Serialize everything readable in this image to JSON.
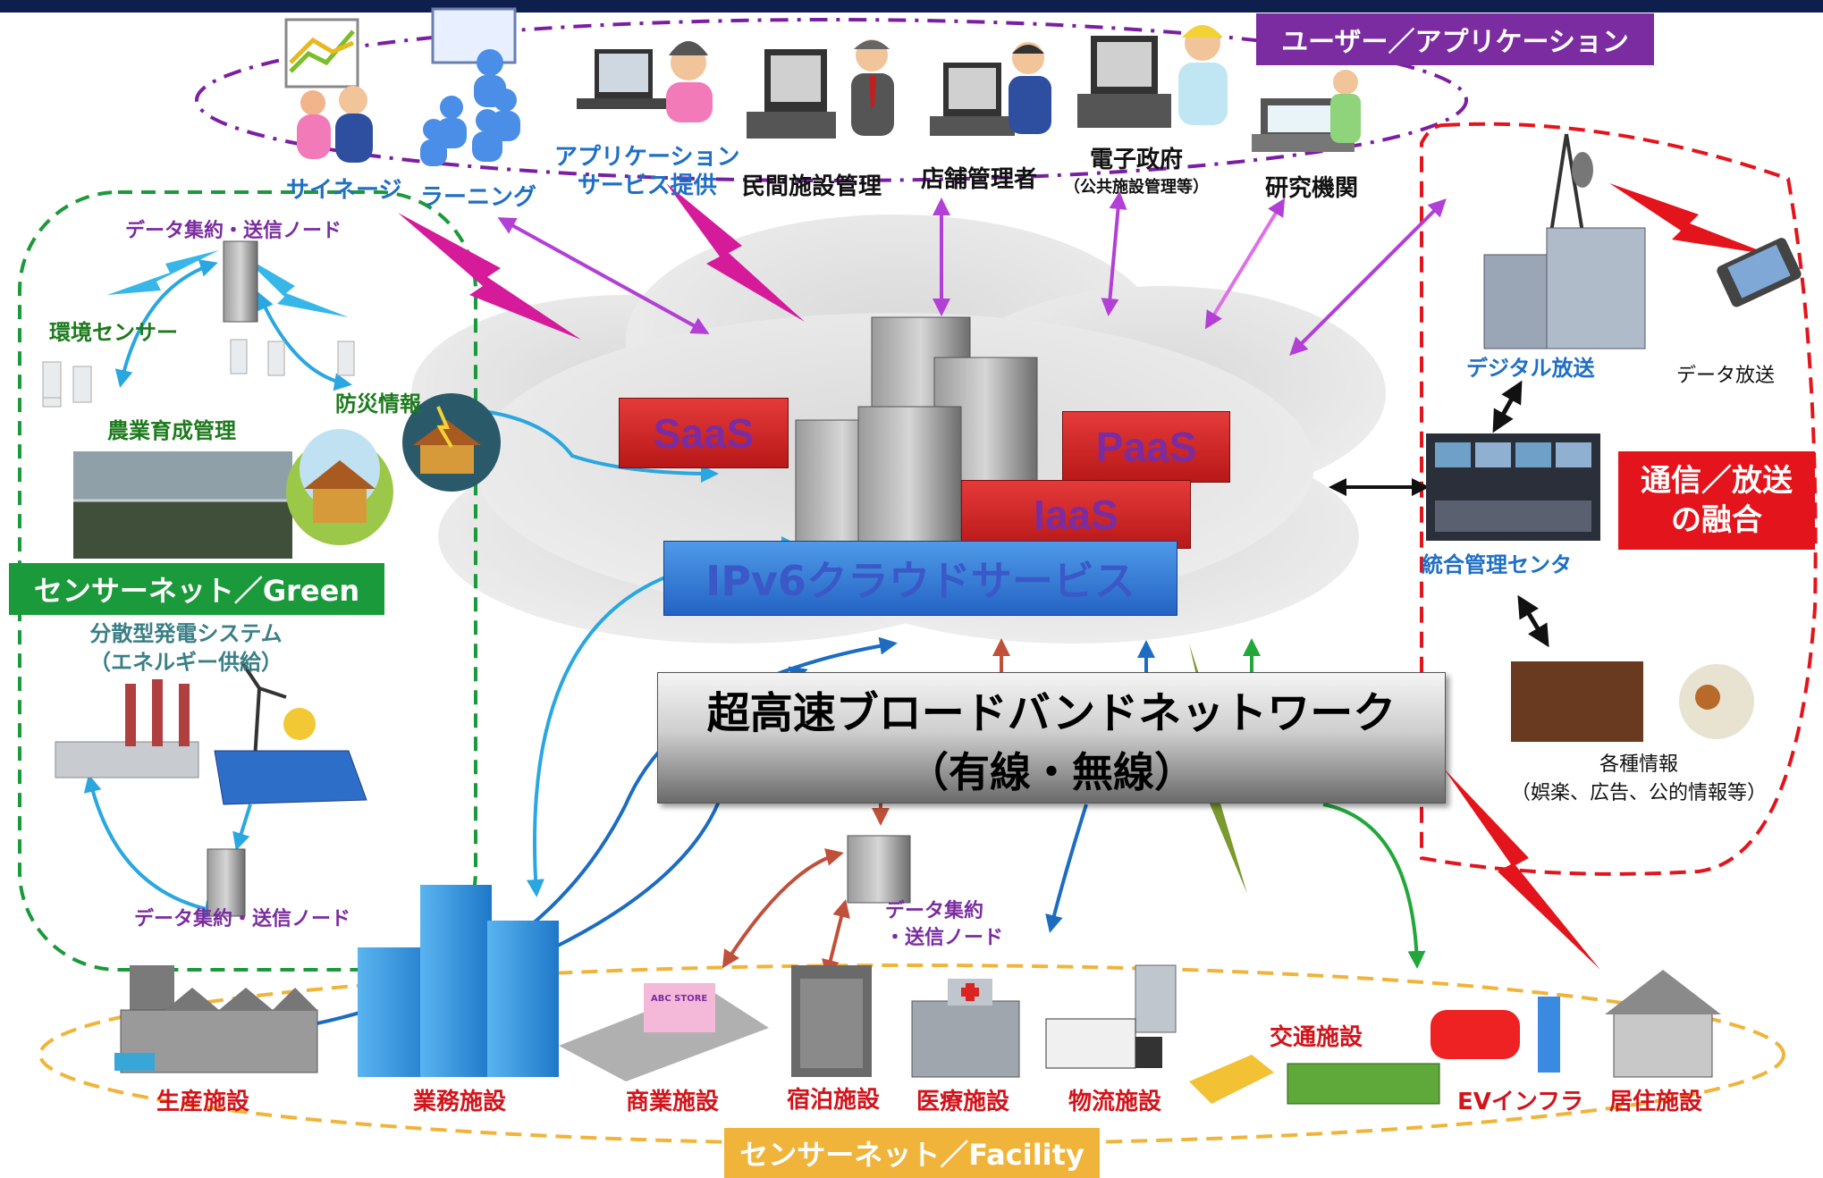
{
  "groups": {
    "user_app": "ユーザー／アプリケーション",
    "sensor_green": "センサーネット／Green",
    "sensor_facility": "センサーネット／Facility",
    "telecom_broadcast": "通信／放送\nの融合"
  },
  "cloud": {
    "saas": "SaaS",
    "paas": "PaaS",
    "iaas": "IaaS",
    "ipv6": "IPv6クラウドサービス"
  },
  "broadband": {
    "line1": "超高速ブロードバンドネットワーク",
    "line2": "（有線・無線）"
  },
  "users": {
    "signage": "サイネージ",
    "learning": "ラーニング",
    "app_service_1": "アプリケーション",
    "app_service_2": "サービス提供",
    "private_facility": "民間施設管理",
    "store_manager": "店舗管理者",
    "egov": "電子政府",
    "egov_note": "（公共施設管理等）",
    "research": "研究機関"
  },
  "green": {
    "node_top": "データ集約・送信ノード",
    "env_sensor": "環境センサー",
    "agri": "農業育成管理",
    "disaster": "防災情報",
    "distributed_1": "分散型発電システム",
    "distributed_2": "（エネルギー供給）",
    "node_bottom": "データ集約・送信ノード"
  },
  "broadcast": {
    "digital": "デジタル放送",
    "data": "データ放送",
    "center": "統合管理センタ",
    "info_1": "各種情報",
    "info_2": "（娯楽、広告、公的情報等）"
  },
  "facility": {
    "node_1": "データ集約",
    "node_2": "・送信ノード",
    "production": "生産施設",
    "business": "業務施設",
    "commercial": "商業施設",
    "lodging": "宿泊施設",
    "medical": "医療施設",
    "logistics": "物流施設",
    "transport": "交通施設",
    "ev": "EVインフラ",
    "residential": "居住施設",
    "store_sign": "ABC STORE"
  },
  "colors": {
    "purple_dash": "#7b1fa2",
    "green_dash": "#1a9a3a",
    "red_dash": "#e3141b",
    "orange_dash": "#f0b43a",
    "navy_bar": "#0e1f4d"
  }
}
